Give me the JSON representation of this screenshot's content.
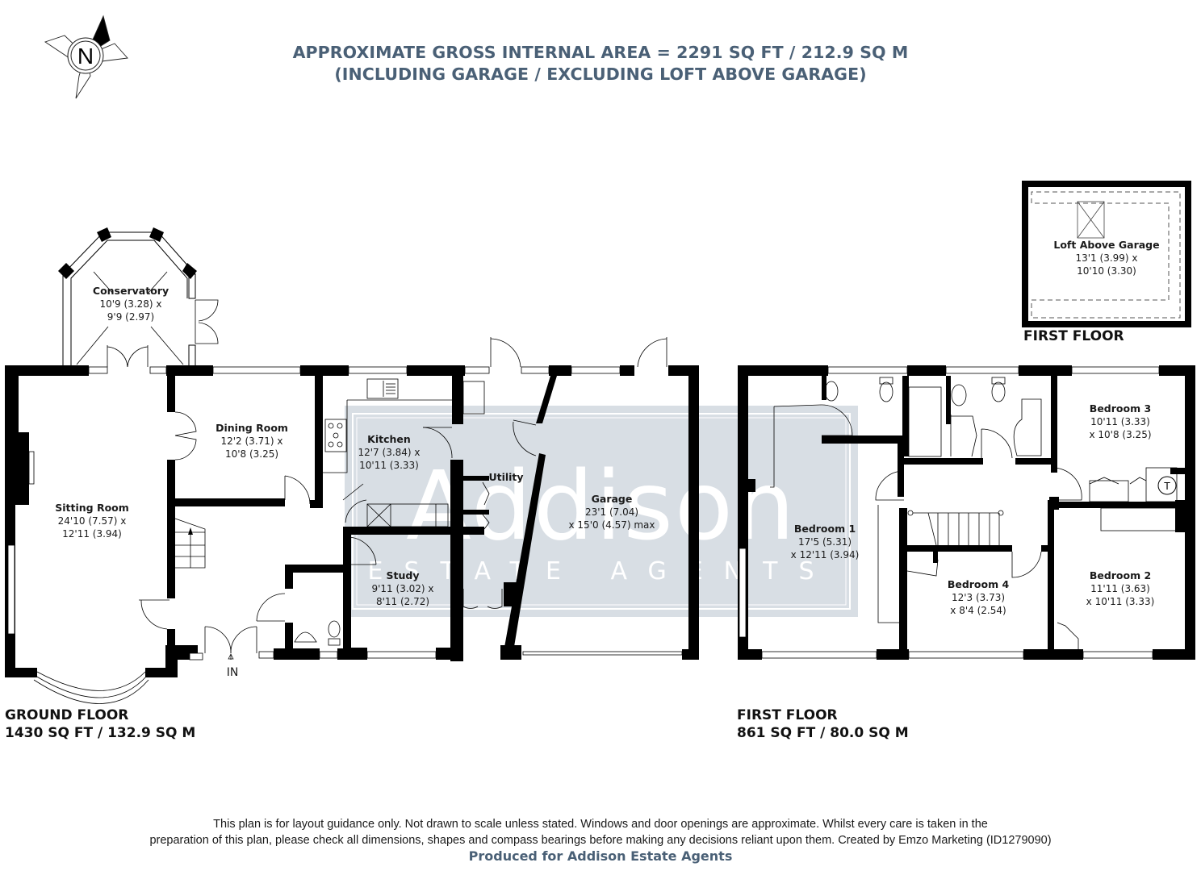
{
  "header": {
    "line1": "APPROXIMATE GROSS INTERNAL AREA = 2291 SQ FT / 212.9 SQ M",
    "line2": "(INCLUDING GARAGE / EXCLUDING LOFT ABOVE GARAGE)"
  },
  "compass": {
    "icon": "compass-north-icon",
    "letter": "N"
  },
  "watermark": {
    "brand": "Addison",
    "tagline": "ESTATE AGENTS",
    "color": "#d8dee4"
  },
  "colors": {
    "accent": "#4a6076",
    "wall": "#000000",
    "watermark": "#d8dee4"
  },
  "ground_floor": {
    "title": "GROUND FLOOR",
    "area": "1430 SQ FT / 132.9 SQ M",
    "entrance": "IN",
    "rooms": [
      {
        "name": "Conservatory",
        "dim1": "10'9 (3.28) x",
        "dim2": "9'9 (2.97)"
      },
      {
        "name": "Dining Room",
        "dim1": "12'2 (3.71) x",
        "dim2": "10'8 (3.25)"
      },
      {
        "name": "Kitchen",
        "dim1": "12'7 (3.84) x",
        "dim2": "10'11 (3.33)"
      },
      {
        "name": "Sitting Room",
        "dim1": "24'10 (7.57) x",
        "dim2": "12'11 (3.94)"
      },
      {
        "name": "Utility",
        "dim1": "",
        "dim2": ""
      },
      {
        "name": "Garage",
        "dim1": "23'1 (7.04)",
        "dim2": "x 15'0 (4.57) max"
      },
      {
        "name": "Study",
        "dim1": "9'11 (3.02) x",
        "dim2": "8'11 (2.72)"
      }
    ]
  },
  "first_floor": {
    "title": "FIRST FLOOR",
    "area": "861 SQ FT / 80.0 SQ M",
    "rooms": [
      {
        "name": "Bedroom 3",
        "dim1": "10'11 (3.33)",
        "dim2": "x 10'8 (3.25)"
      },
      {
        "name": "Bedroom 1",
        "dim1": "17'5 (5.31)",
        "dim2": "x 12'11 (3.94)"
      },
      {
        "name": "Bedroom 4",
        "dim1": "12'3 (3.73)",
        "dim2": "x 8'4 (2.54)"
      },
      {
        "name": "Bedroom 2",
        "dim1": "11'11 (3.63)",
        "dim2": "x 10'11 (3.33)"
      }
    ],
    "tank_symbol": "T"
  },
  "loft": {
    "title": "FIRST FLOOR",
    "name": "Loft Above Garage",
    "dim1": "13'1 (3.99) x",
    "dim2": "10'10 (3.30)"
  },
  "footer": {
    "disclaimer_line1": "This plan is for layout guidance only. Not drawn to scale unless stated. Windows and door openings are approximate. Whilst every care is taken in the",
    "disclaimer_line2": "preparation of this plan, please check all dimensions, shapes and compass bearings before making any decisions reliant upon them. Created by Emzo Marketing (ID1279090)",
    "produced_for": "Produced for Addison Estate Agents"
  }
}
